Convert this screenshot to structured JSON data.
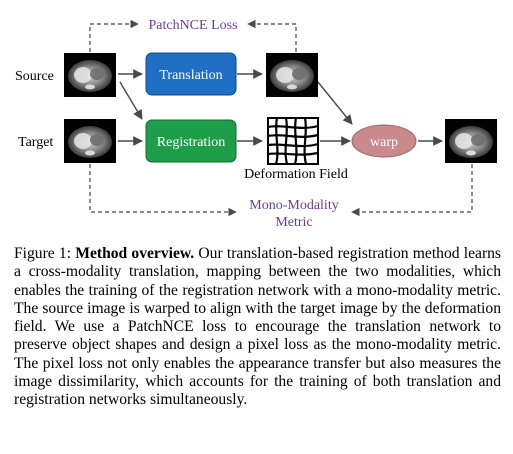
{
  "diagram": {
    "labels": {
      "source": "Source",
      "target": "Target",
      "patchnce": "PatchNCE Loss",
      "translation": "Translation",
      "registration": "Registration",
      "deformation": "Deformation Field",
      "warp": "warp",
      "mono_line1": "Mono-Modality",
      "mono_line2": "Metric"
    },
    "colors": {
      "translation_box": "#1f6fc4",
      "registration_box": "#1f9e4a",
      "warp_ellipse": "#c98a8c",
      "accent_text": "#6a3d96"
    }
  },
  "caption": {
    "figure_label": "Figure 1:",
    "title": "Method overview.",
    "body": "Our translation-based registration method learns a cross-modality translation, mapping between the two modalities, which enables the training of the registration network with a mono-modality metric. The source image is warped to align with the target image by the deformation field. We use a PatchNCE loss to encourage the translation network to preserve object shapes and design a pixel loss as the mono-modality metric. The pixel loss not only enables the appearance transfer but also measures the image dissimilarity, which accounts for the training of both translation and registration networks simultaneously."
  }
}
